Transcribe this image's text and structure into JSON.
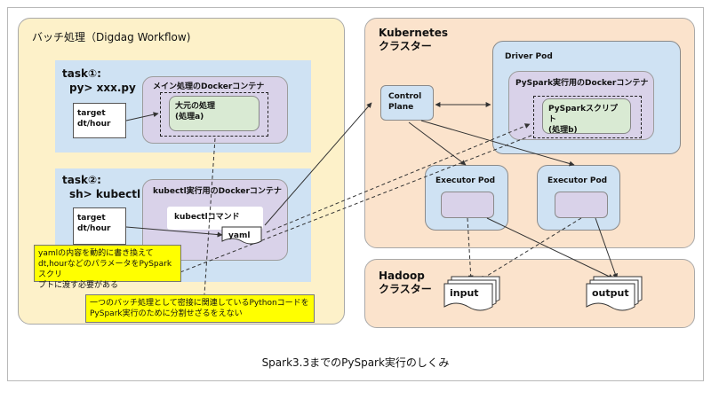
{
  "batch": {
    "title": "バッチ処理（Digdag Workflow)",
    "task1": {
      "title_line1": "task①:",
      "title_line2": "py> xxx.py",
      "target_line1": "target",
      "target_line2": "dt/hour",
      "container_label": "メイン処理のDockerコンテナ",
      "process_line1": "大元の処理",
      "process_line2": "(処理a)"
    },
    "task2": {
      "title_line1": "task②:",
      "title_line2": "sh> kubectl ...",
      "target_line1": "target",
      "target_line2": "dt/hour",
      "container_label": "kubectl実行用のDockerコンテナ",
      "command_label": "kubectlコマンド",
      "yaml_label": "yaml"
    }
  },
  "notes": {
    "yaml_note_line1": "yamlの内容を動的に書き換えて",
    "yaml_note_line2": "dt,hourなどのパラメータをPySparkスクリ",
    "yaml_note_line3": "プトに渡す必要がある",
    "split_note_line1": "一つのバッチ処理として密接に関連しているPythonコードを",
    "split_note_line2": "PySpark実行のために分割せざるをえない"
  },
  "k8s": {
    "title_line1": "Kubernetes",
    "title_line2": "クラスター",
    "control_plane_line1": "Control",
    "control_plane_line2": "Plane",
    "driver_pod_label": "Driver Pod",
    "driver_container_label": "PySpark実行用のDockerコンテナ",
    "script_line1": "PySparkスクリプト",
    "script_line2": "(処理b)",
    "executor1_label": "Executor Pod",
    "executor2_label": "Executor Pod"
  },
  "hadoop": {
    "title_line1": "Hadoop",
    "title_line2": "クラスター",
    "input_label": "input",
    "output_label": "output"
  },
  "caption": "Spark3.3までのPySpark実行のしくみ",
  "colors": {
    "batch_bg": "#fdf1c9",
    "k8s_bg": "#fbe3cc",
    "task_bg": "#cfe2f3",
    "container_bg": "#d9d2e9",
    "process_bg": "#d9ead3",
    "note_bg": "#ffff00"
  }
}
